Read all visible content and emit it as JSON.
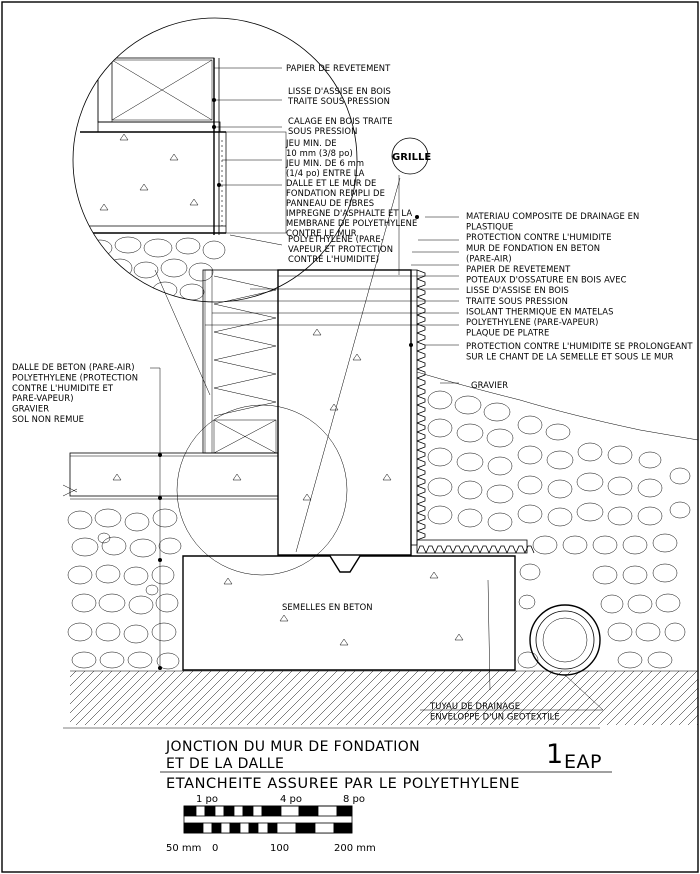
{
  "detail_labels": {
    "top_papier": "PAPIER DE REVETEMENT",
    "lisse": [
      "LISSE D'ASSISE EN BOIS",
      "TRAITE SOUS PRESSION"
    ],
    "calage": [
      "CALAGE EN BOIS TRAITE",
      "SOUS PRESSION"
    ],
    "jeu": [
      "JEU MIN. DE",
      "10 mm (3/8 po)",
      "JEU MIN. DE 6 mm",
      "(1/4 po) ENTRE LA",
      "DALLE ET LE MUR DE",
      "FONDATION REMPLI DE",
      "PANNEAU DE FIBRES",
      "IMPREGNE D'ASPHALTE ET LA",
      "MEMBRANE DE POLYETHYLENE",
      "CONTRE LE MUR"
    ],
    "poly": [
      "POLYETHYLENE (PARE-",
      "VAPEUR ET PROTECTION",
      "CONTRE L'HUMIDITE)"
    ],
    "grille": "GRILLE"
  },
  "right_labels": {
    "group": [
      "MATERIAU COMPOSITE DE DRAINAGE EN",
      "PLASTIQUE",
      "PROTECTION CONTRE L'HUMIDITE",
      "MUR DE FONDATION EN BETON",
      "(PARE-AIR)",
      "PAPIER DE REVETEMENT",
      "POTEAUX D'OSSATURE EN BOIS AVEC",
      "LISSE D'ASSISE EN BOIS",
      "TRAITE SOUS PRESSION",
      "ISOLANT THERMIQUE EN MATELAS",
      "POLYETHYLENE (PARE-VAPEUR)",
      "PLAQUE DE PLATRE"
    ],
    "protection": [
      "PROTECTION CONTRE L'HUMIDITE SE PROLONGEANT",
      "SUR LE CHANT DE LA SEMELLE ET SOUS LE MUR"
    ],
    "gravier": "GRAVIER"
  },
  "left_labels": [
    "DALLE DE BETON (PARE-AIR)",
    "POLYETHYLENE (PROTECTION",
    "CONTRE L'HUMIDITE ET",
    "PARE-VAPEUR)",
    "GRAVIER",
    "SOL NON REMUE"
  ],
  "footing_label": "SEMELLES EN BETON",
  "drain_labels": [
    "TUYAU DE DRAINAGE",
    "ENVELOPPE D'UN GEOTEXTILE"
  ],
  "title_block": {
    "title_line1": "JONCTION DU MUR DE FONDATION",
    "title_line2": "ET DE LA DALLE",
    "subtitle": "ETANCHEITE ASSUREE PAR LE POLYETHYLENE",
    "number": "1",
    "code": "EAP"
  },
  "scale_bar": {
    "imperial": [
      "1 po",
      "4 po",
      "8 po"
    ],
    "metric": [
      "50 mm",
      "0",
      "100",
      "200 mm"
    ]
  }
}
